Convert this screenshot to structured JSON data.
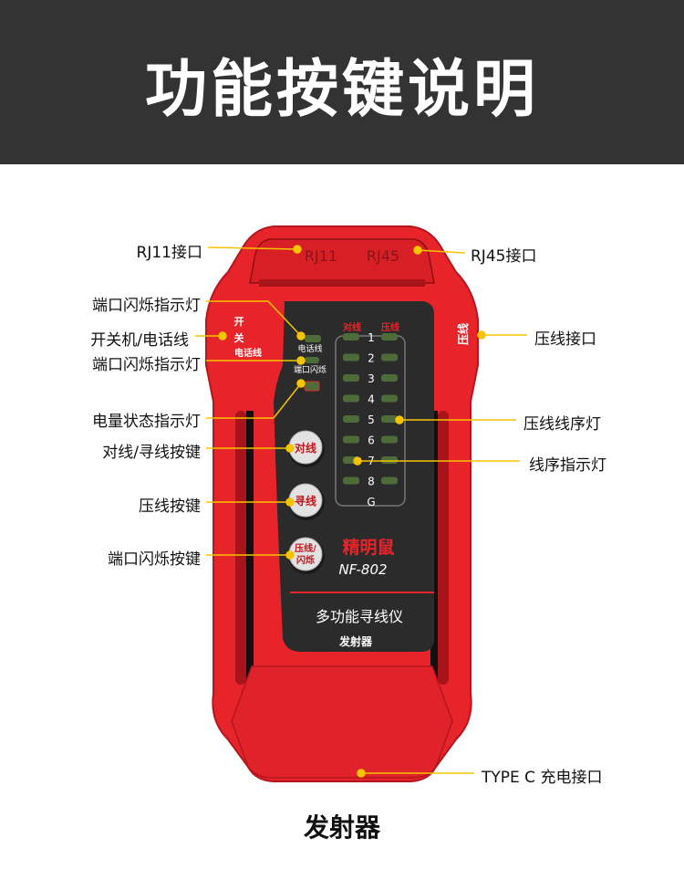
{
  "title": "功能按键说明",
  "caption": "发射器",
  "callouts": {
    "rj11_port": "RJ11接口",
    "rj45_port": "RJ45接口",
    "port_blink_light_1": "端口闪烁指示灯",
    "power_phone_line": "开关机/电话线",
    "port_blink_light_2": "端口闪烁指示灯",
    "battery_light": "电量状态指示灯",
    "match_find_button": "对线/寻线按键",
    "crimp_button": "压线按键",
    "port_blink_button": "端口闪烁按键",
    "crimp_port": "压线接口",
    "crimp_order_light": "压线线序灯",
    "order_light": "线序指示灯",
    "typec_port": "TYPE C 充电接口"
  },
  "device": {
    "rj11": "RJ11",
    "rj45": "RJ45",
    "side_switch": [
      "开",
      "关",
      "电话线"
    ],
    "side_crimp": "压线",
    "led_phone": "电话线",
    "led_port_blink": "端口闪烁",
    "col_match": "对线",
    "col_crimp": "压线",
    "pins": [
      "1",
      "2",
      "3",
      "4",
      "5",
      "6",
      "7",
      "8",
      "G"
    ],
    "btn_match": "对线",
    "btn_find": "寻线",
    "btn_blink_line1": "压线/",
    "btn_blink_line2": "闪烁",
    "brand": "精明鼠",
    "model": "NF-802",
    "product": "多功能寻线仪",
    "unit": "发射器"
  },
  "colors": {
    "banner": "#333333",
    "body_red": "#e8242b",
    "panel": "#2b2b2b",
    "led_green": "#4e6b3a",
    "pointer": "#f5c400"
  }
}
